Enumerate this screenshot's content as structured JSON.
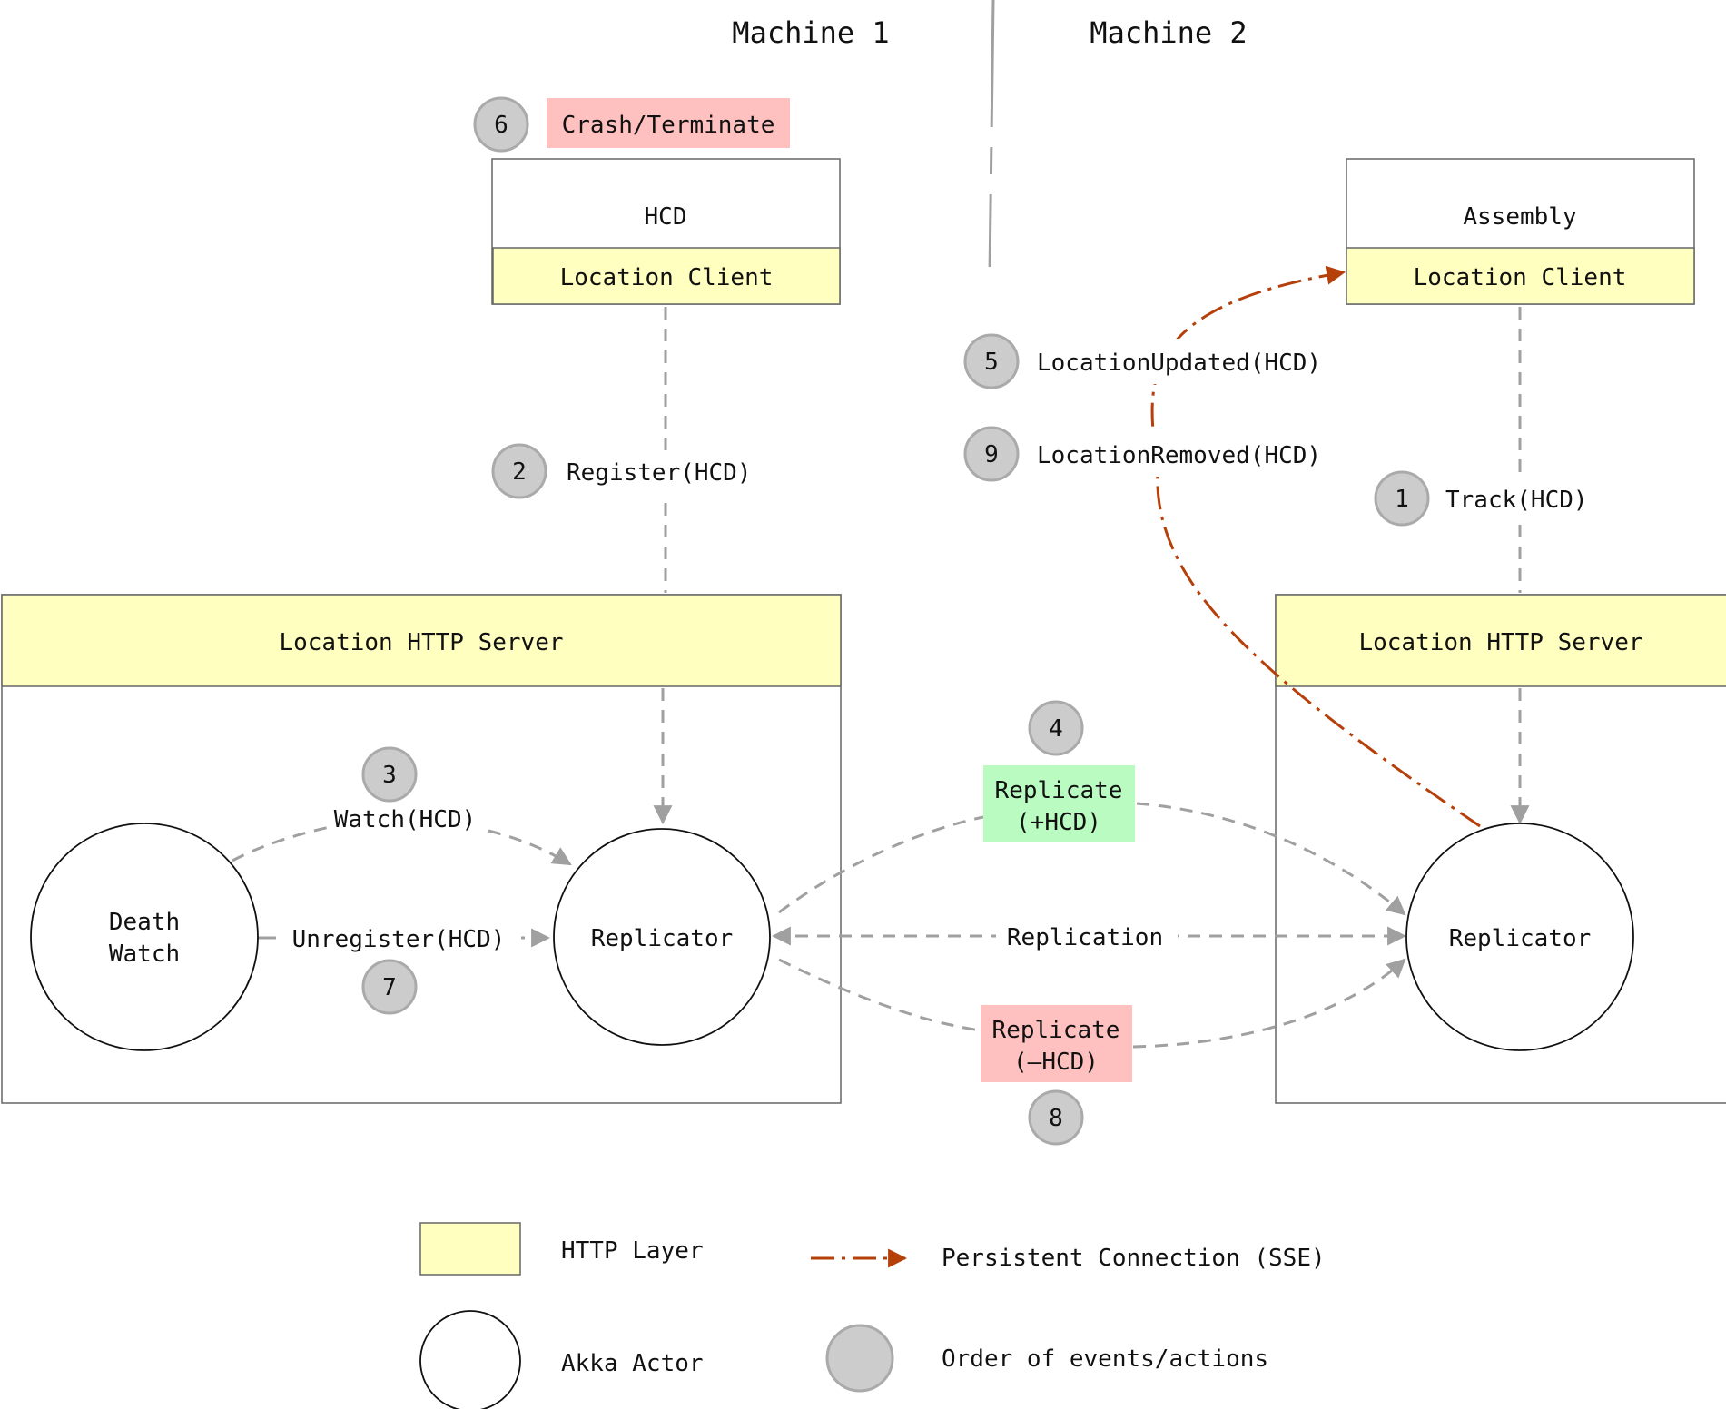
{
  "machines": {
    "left": "Machine 1",
    "right": "Machine 2"
  },
  "hcd": {
    "title": "HCD",
    "client": "Location Client",
    "crash_label": "Crash/Terminate",
    "crash_step": "6"
  },
  "assembly": {
    "title": "Assembly",
    "client": "Location Client"
  },
  "left_server": {
    "title": "Location HTTP Server"
  },
  "right_server": {
    "title": "Location HTTP Server"
  },
  "actors": {
    "death_watch_line1": "Death",
    "death_watch_line2": "Watch",
    "replicator_left": "Replicator",
    "replicator_right": "Replicator"
  },
  "steps": {
    "track": {
      "num": "1",
      "label": "Track(HCD)"
    },
    "register": {
      "num": "2",
      "label": "Register(HCD)"
    },
    "watch": {
      "num": "3",
      "label": "Watch(HCD)"
    },
    "replicate_add": {
      "num": "4",
      "line1": "Replicate",
      "line2": "(+HCD)"
    },
    "location_updated": {
      "num": "5",
      "label": "LocationUpdated(HCD)"
    },
    "unregister": {
      "num": "7",
      "label": "Unregister(HCD)"
    },
    "replicate_remove": {
      "num": "8",
      "line1": "Replicate",
      "line2": "(–HCD)"
    },
    "location_removed": {
      "num": "9",
      "label": "LocationRemoved(HCD)"
    },
    "replication": {
      "label": "Replication"
    }
  },
  "legend": {
    "http_layer": "HTTP Layer",
    "akka_actor": "Akka Actor",
    "persistent_connection": "Persistent Connection (SSE)",
    "order": "Order of events/actions"
  },
  "colors": {
    "yellow": "#ffffc0",
    "green": "#b9fbc0",
    "pink": "#ffc0c0",
    "badge": "#cccccc",
    "sse": "#b5400a",
    "dashed": "#a0a0a0"
  }
}
